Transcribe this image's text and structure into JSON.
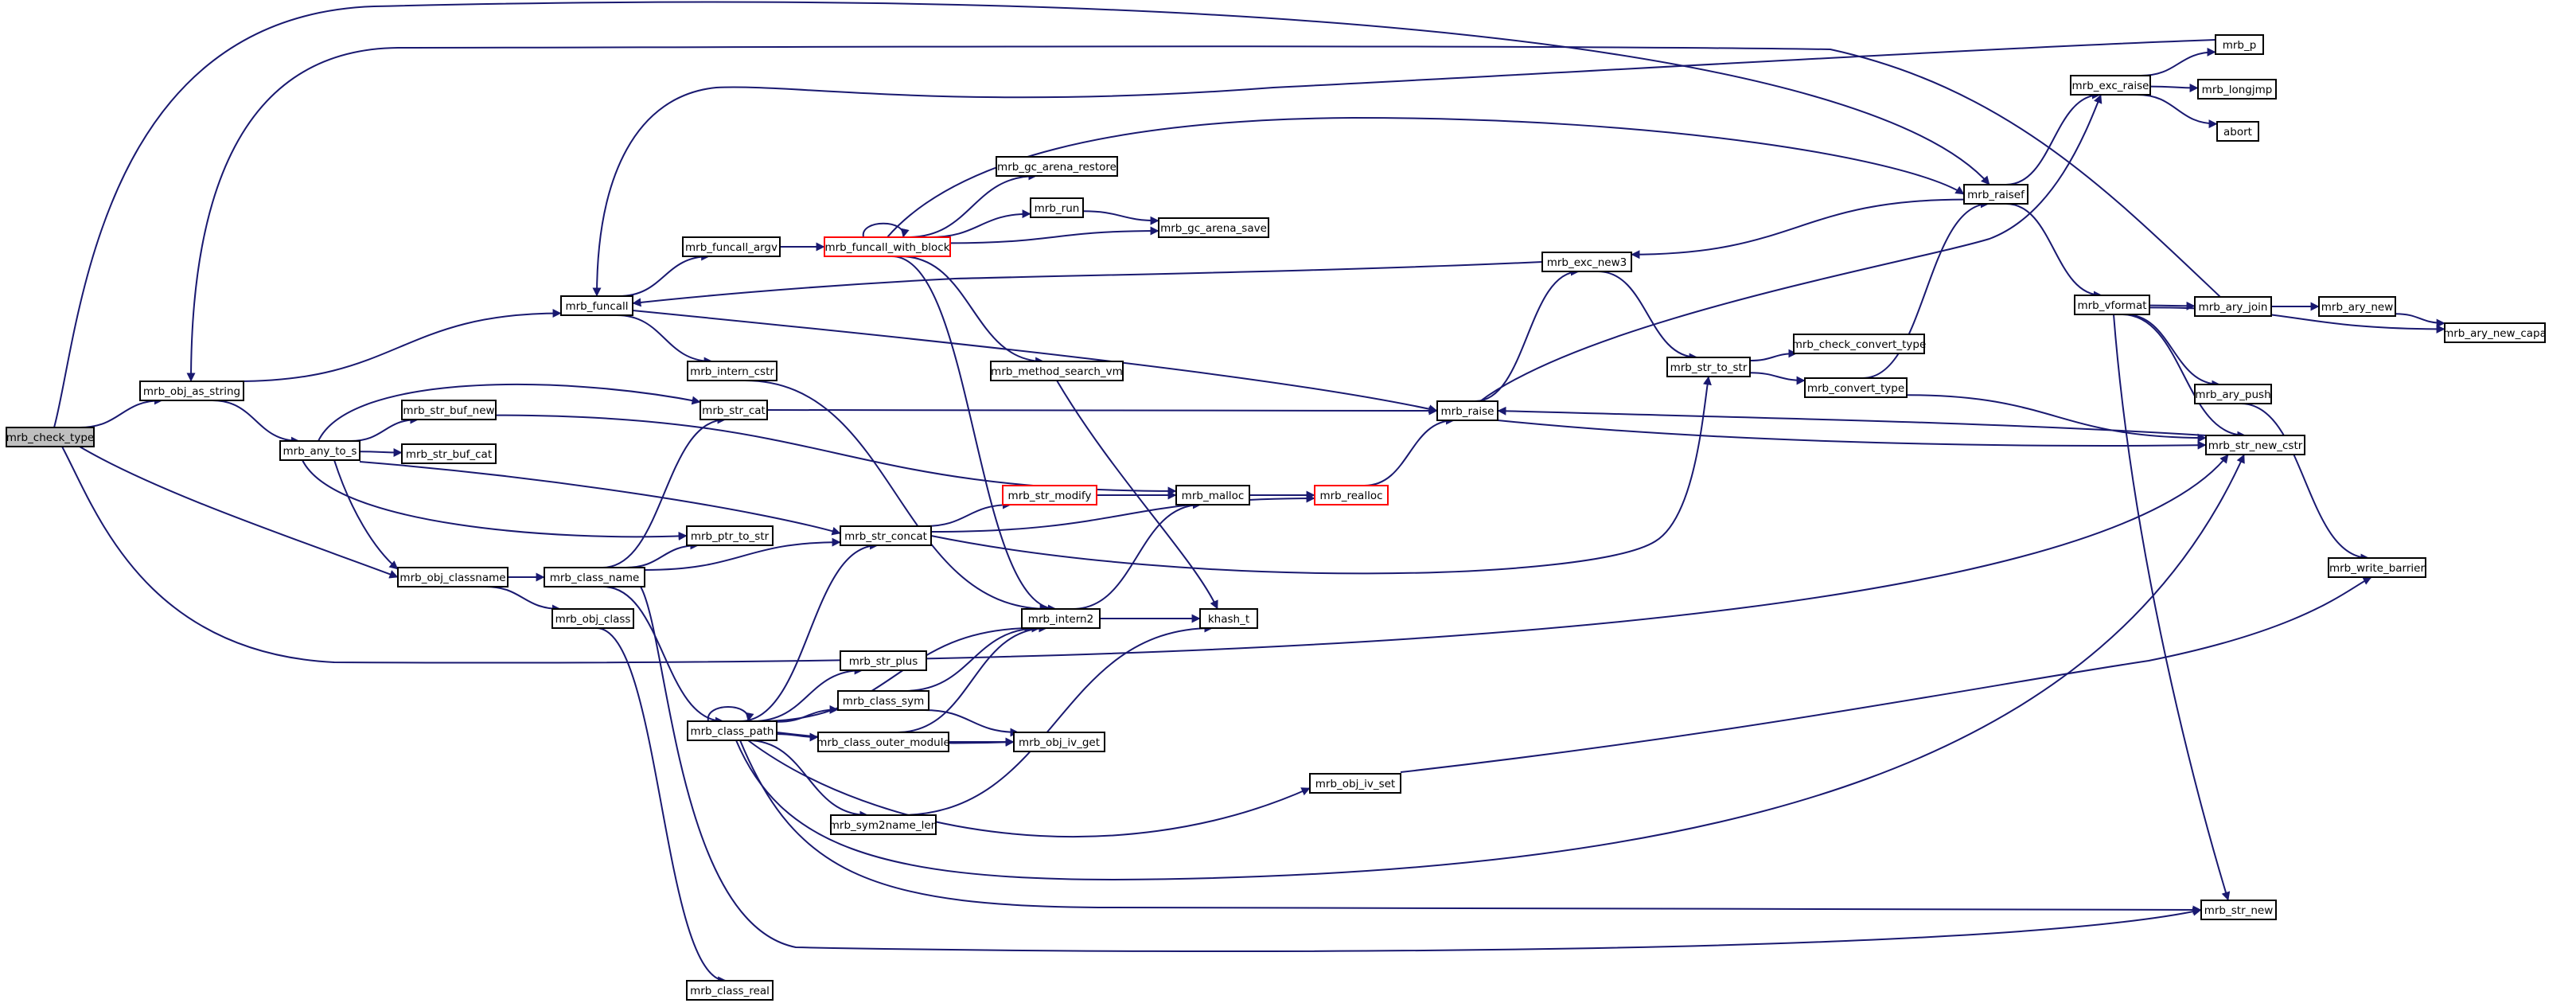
{
  "nodes": [
    {
      "id": "mrb_check_type",
      "label": "mrb_check_type",
      "root": true
    },
    {
      "id": "mrb_obj_as_string",
      "label": "mrb_obj_as_string"
    },
    {
      "id": "mrb_any_to_s",
      "label": "mrb_any_to_s"
    },
    {
      "id": "mrb_obj_classname",
      "label": "mrb_obj_classname"
    },
    {
      "id": "mrb_funcall",
      "label": "mrb_funcall"
    },
    {
      "id": "mrb_funcall_argv",
      "label": "mrb_funcall_argv"
    },
    {
      "id": "mrb_funcall_with_block",
      "label": "mrb_funcall_with_block",
      "red": true
    },
    {
      "id": "mrb_gc_arena_restore",
      "label": "mrb_gc_arena_restore"
    },
    {
      "id": "mrb_run",
      "label": "mrb_run"
    },
    {
      "id": "mrb_gc_arena_save",
      "label": "mrb_gc_arena_save"
    },
    {
      "id": "mrb_method_search_vm",
      "label": "mrb_method_search_vm"
    },
    {
      "id": "mrb_intern_cstr",
      "label": "mrb_intern_cstr"
    },
    {
      "id": "mrb_str_buf_new",
      "label": "mrb_str_buf_new"
    },
    {
      "id": "mrb_str_buf_cat",
      "label": "mrb_str_buf_cat"
    },
    {
      "id": "mrb_str_cat",
      "label": "mrb_str_cat"
    },
    {
      "id": "mrb_ptr_to_str",
      "label": "mrb_ptr_to_str"
    },
    {
      "id": "mrb_class_name",
      "label": "mrb_class_name"
    },
    {
      "id": "mrb_obj_class",
      "label": "mrb_obj_class"
    },
    {
      "id": "mrb_class_real",
      "label": "mrb_class_real"
    },
    {
      "id": "mrb_str_concat",
      "label": "mrb_str_concat"
    },
    {
      "id": "mrb_str_modify",
      "label": "mrb_str_modify",
      "red": true
    },
    {
      "id": "mrb_malloc",
      "label": "mrb_malloc"
    },
    {
      "id": "mrb_realloc",
      "label": "mrb_realloc",
      "red": true
    },
    {
      "id": "mrb_intern2",
      "label": "mrb_intern2"
    },
    {
      "id": "khash_t",
      "label": "khash_t"
    },
    {
      "id": "mrb_class_path",
      "label": "mrb_class_path"
    },
    {
      "id": "mrb_str_plus",
      "label": "mrb_str_plus"
    },
    {
      "id": "mrb_class_sym",
      "label": "mrb_class_sym"
    },
    {
      "id": "mrb_class_outer_module",
      "label": "mrb_class_outer_module"
    },
    {
      "id": "mrb_obj_iv_get",
      "label": "mrb_obj_iv_get"
    },
    {
      "id": "mrb_sym2name_len",
      "label": "mrb_sym2name_len"
    },
    {
      "id": "mrb_obj_iv_set",
      "label": "mrb_obj_iv_set"
    },
    {
      "id": "mrb_raise",
      "label": "mrb_raise"
    },
    {
      "id": "mrb_exc_new3",
      "label": "mrb_exc_new3"
    },
    {
      "id": "mrb_str_to_str",
      "label": "mrb_str_to_str"
    },
    {
      "id": "mrb_check_convert_type",
      "label": "mrb_check_convert_type"
    },
    {
      "id": "mrb_convert_type",
      "label": "mrb_convert_type"
    },
    {
      "id": "mrb_raisef",
      "label": "mrb_raisef"
    },
    {
      "id": "mrb_exc_raise",
      "label": "mrb_exc_raise"
    },
    {
      "id": "mrb_p",
      "label": "mrb_p"
    },
    {
      "id": "mrb_longjmp",
      "label": "mrb_longjmp"
    },
    {
      "id": "abort",
      "label": "abort"
    },
    {
      "id": "mrb_vformat",
      "label": "mrb_vformat"
    },
    {
      "id": "mrb_ary_join",
      "label": "mrb_ary_join"
    },
    {
      "id": "mrb_ary_new",
      "label": "mrb_ary_new"
    },
    {
      "id": "mrb_ary_new_capa",
      "label": "mrb_ary_new_capa"
    },
    {
      "id": "mrb_ary_push",
      "label": "mrb_ary_push"
    },
    {
      "id": "mrb_str_new_cstr",
      "label": "mrb_str_new_cstr"
    },
    {
      "id": "mrb_write_barrier",
      "label": "mrb_write_barrier"
    },
    {
      "id": "mrb_str_new",
      "label": "mrb_str_new"
    }
  ],
  "edges": [
    [
      "mrb_check_type",
      "mrb_obj_as_string"
    ],
    [
      "mrb_check_type",
      "mrb_obj_classname"
    ],
    [
      "mrb_check_type",
      "mrb_raisef"
    ],
    [
      "mrb_check_type",
      "mrb_str_new_cstr"
    ],
    [
      "mrb_obj_as_string",
      "mrb_any_to_s"
    ],
    [
      "mrb_obj_as_string",
      "mrb_funcall"
    ],
    [
      "mrb_any_to_s",
      "mrb_str_buf_new"
    ],
    [
      "mrb_any_to_s",
      "mrb_str_buf_cat"
    ],
    [
      "mrb_any_to_s",
      "mrb_str_cat"
    ],
    [
      "mrb_any_to_s",
      "mrb_obj_classname"
    ],
    [
      "mrb_any_to_s",
      "mrb_ptr_to_str"
    ],
    [
      "mrb_any_to_s",
      "mrb_str_concat"
    ],
    [
      "mrb_obj_classname",
      "mrb_class_name"
    ],
    [
      "mrb_obj_classname",
      "mrb_obj_class"
    ],
    [
      "mrb_funcall",
      "mrb_funcall_argv"
    ],
    [
      "mrb_funcall",
      "mrb_intern_cstr"
    ],
    [
      "mrb_funcall",
      "mrb_raise"
    ],
    [
      "mrb_funcall_argv",
      "mrb_funcall_with_block"
    ],
    [
      "mrb_funcall_with_block",
      "mrb_funcall_with_block"
    ],
    [
      "mrb_funcall_with_block",
      "mrb_gc_arena_restore"
    ],
    [
      "mrb_funcall_with_block",
      "mrb_run"
    ],
    [
      "mrb_funcall_with_block",
      "mrb_gc_arena_save"
    ],
    [
      "mrb_funcall_with_block",
      "mrb_method_search_vm"
    ],
    [
      "mrb_funcall_with_block",
      "mrb_raisef"
    ],
    [
      "mrb_funcall_with_block",
      "mrb_intern2"
    ],
    [
      "mrb_run",
      "mrb_gc_arena_save"
    ],
    [
      "mrb_method_search_vm",
      "khash_t"
    ],
    [
      "mrb_intern_cstr",
      "mrb_intern2"
    ],
    [
      "mrb_str_buf_new",
      "mrb_malloc"
    ],
    [
      "mrb_str_cat",
      "mrb_raise"
    ],
    [
      "mrb_class_name",
      "mrb_str_cat"
    ],
    [
      "mrb_class_name",
      "mrb_ptr_to_str"
    ],
    [
      "mrb_class_name",
      "mrb_str_concat"
    ],
    [
      "mrb_class_name",
      "mrb_class_path"
    ],
    [
      "mrb_class_name",
      "mrb_str_new"
    ],
    [
      "mrb_obj_class",
      "mrb_class_real"
    ],
    [
      "mrb_str_concat",
      "mrb_str_modify"
    ],
    [
      "mrb_str_concat",
      "mrb_realloc"
    ],
    [
      "mrb_str_concat",
      "mrb_str_to_str"
    ],
    [
      "mrb_str_modify",
      "mrb_malloc"
    ],
    [
      "mrb_malloc",
      "mrb_realloc"
    ],
    [
      "mrb_realloc",
      "mrb_raise"
    ],
    [
      "mrb_intern2",
      "mrb_malloc"
    ],
    [
      "mrb_intern2",
      "khash_t"
    ],
    [
      "mrb_class_path",
      "mrb_class_path"
    ],
    [
      "mrb_class_path",
      "mrb_str_concat"
    ],
    [
      "mrb_class_path",
      "mrb_intern2"
    ],
    [
      "mrb_class_path",
      "mrb_str_plus"
    ],
    [
      "mrb_class_path",
      "mrb_class_sym"
    ],
    [
      "mrb_class_path",
      "mrb_class_outer_module"
    ],
    [
      "mrb_class_path",
      "mrb_obj_iv_get"
    ],
    [
      "mrb_class_path",
      "mrb_sym2name_len"
    ],
    [
      "mrb_class_path",
      "mrb_obj_iv_set"
    ],
    [
      "mrb_class_path",
      "mrb_str_new_cstr"
    ],
    [
      "mrb_class_path",
      "mrb_str_new"
    ],
    [
      "mrb_class_sym",
      "mrb_intern2"
    ],
    [
      "mrb_class_sym",
      "mrb_obj_iv_get"
    ],
    [
      "mrb_class_outer_module",
      "mrb_intern2"
    ],
    [
      "mrb_class_outer_module",
      "mrb_obj_iv_get"
    ],
    [
      "mrb_sym2name_len",
      "khash_t"
    ],
    [
      "mrb_obj_iv_set",
      "mrb_write_barrier"
    ],
    [
      "mrb_raise",
      "mrb_exc_new3"
    ],
    [
      "mrb_raise",
      "mrb_exc_raise"
    ],
    [
      "mrb_raise",
      "mrb_str_new_cstr"
    ],
    [
      "mrb_exc_new3",
      "mrb_funcall"
    ],
    [
      "mrb_exc_new3",
      "mrb_str_to_str"
    ],
    [
      "mrb_str_to_str",
      "mrb_check_convert_type"
    ],
    [
      "mrb_str_to_str",
      "mrb_convert_type"
    ],
    [
      "mrb_convert_type",
      "mrb_raisef"
    ],
    [
      "mrb_convert_type",
      "mrb_str_new_cstr"
    ],
    [
      "mrb_raisef",
      "mrb_exc_new3"
    ],
    [
      "mrb_raisef",
      "mrb_exc_raise"
    ],
    [
      "mrb_raisef",
      "mrb_vformat"
    ],
    [
      "mrb_exc_raise",
      "mrb_p"
    ],
    [
      "mrb_exc_raise",
      "mrb_longjmp"
    ],
    [
      "mrb_exc_raise",
      "abort"
    ],
    [
      "mrb_vformat",
      "mrb_ary_join"
    ],
    [
      "mrb_vformat",
      "mrb_ary_new_capa"
    ],
    [
      "mrb_vformat",
      "mrb_ary_push"
    ],
    [
      "mrb_vformat",
      "mrb_str_new_cstr"
    ],
    [
      "mrb_vformat",
      "mrb_str_new"
    ],
    [
      "mrb_ary_join",
      "mrb_ary_new"
    ],
    [
      "mrb_ary_join",
      "mrb_obj_as_string"
    ],
    [
      "mrb_ary_new",
      "mrb_ary_new_capa"
    ],
    [
      "mrb_ary_push",
      "mrb_write_barrier"
    ],
    [
      "mrb_str_new_cstr",
      "mrb_raise"
    ],
    [
      "mrb_p",
      "mrb_funcall"
    ]
  ],
  "colors": {
    "edge": "#191970",
    "root_fill": "#bfbfbf",
    "highlight_border": "#ff0000"
  }
}
